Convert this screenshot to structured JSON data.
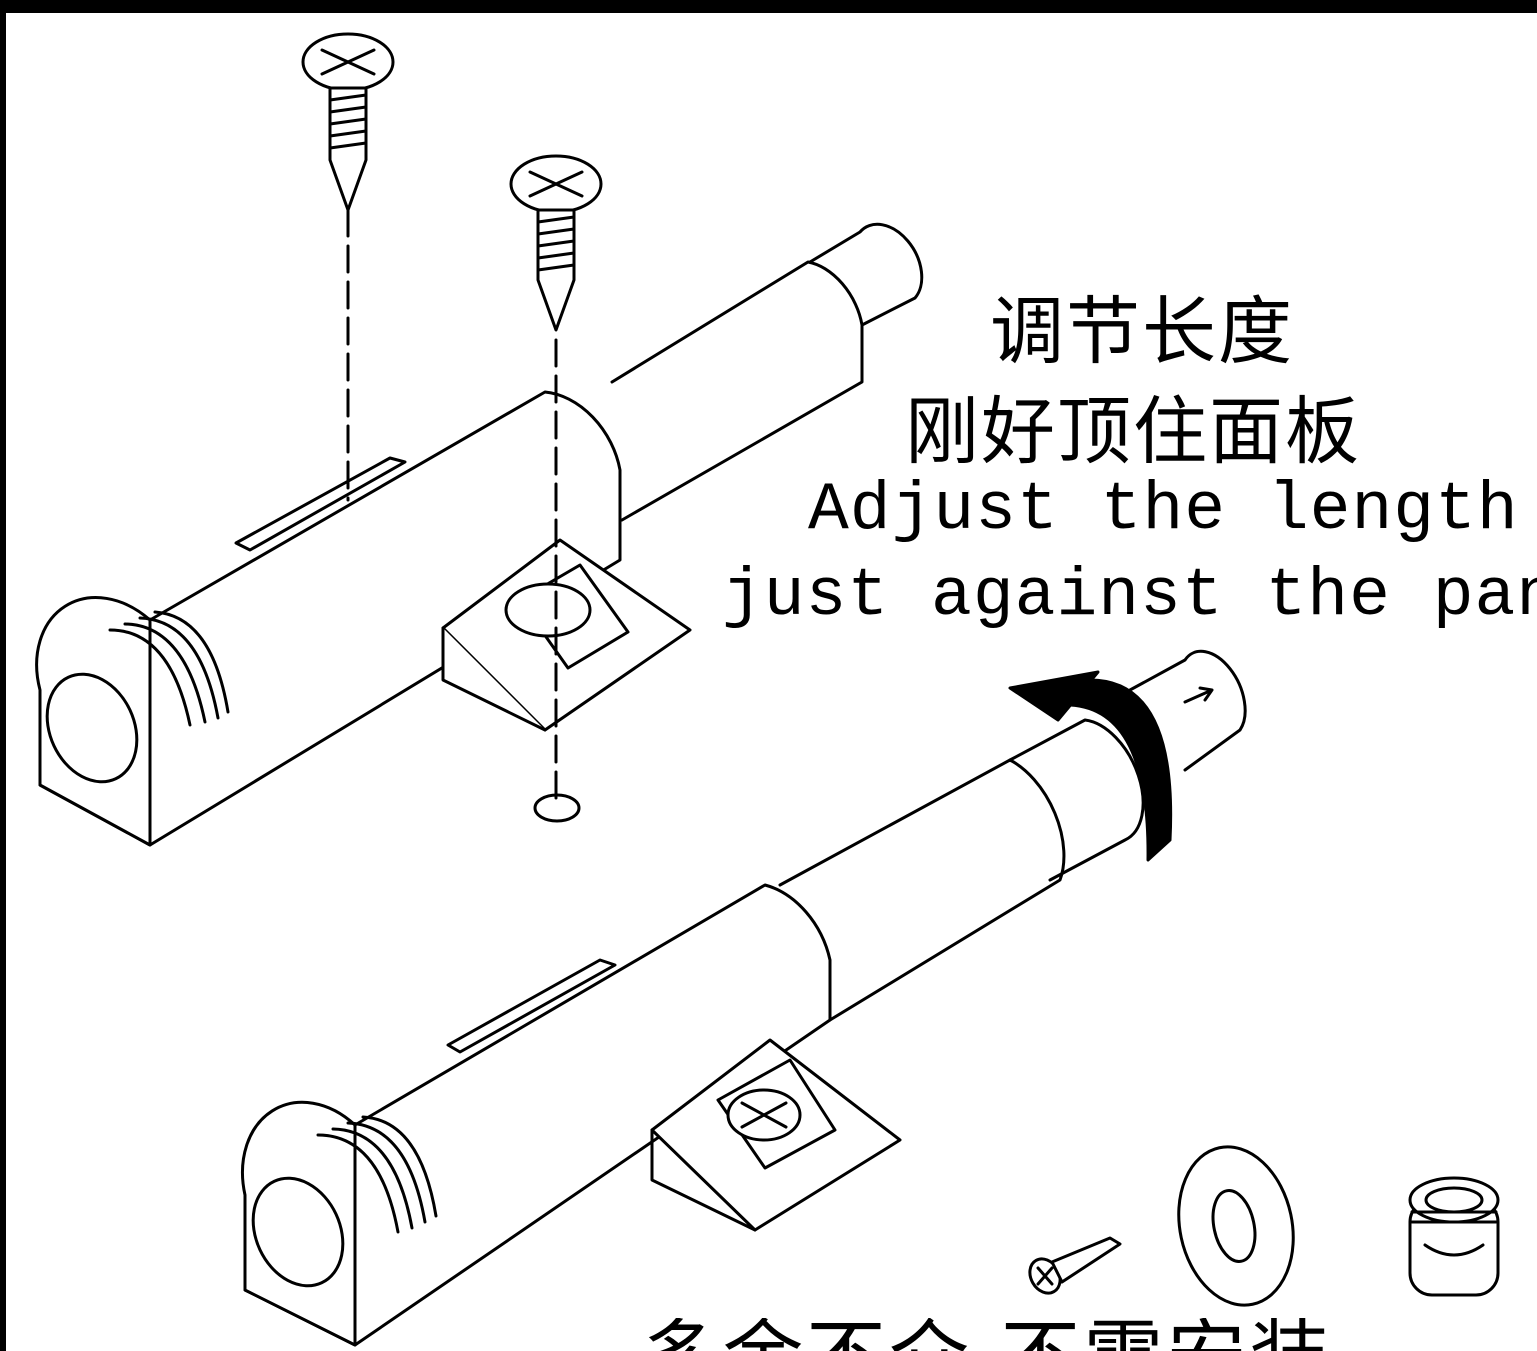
{
  "captions": {
    "adjust_zh": "调节长度",
    "panel_zh": "刚好顶住面板",
    "adjust_en": "Adjust the length",
    "panel_en": "just against the panel",
    "bottom_zh": "多余不介 不需安装"
  },
  "parts": [
    "screw-icon",
    "washer-icon",
    "insert-nut-icon"
  ]
}
